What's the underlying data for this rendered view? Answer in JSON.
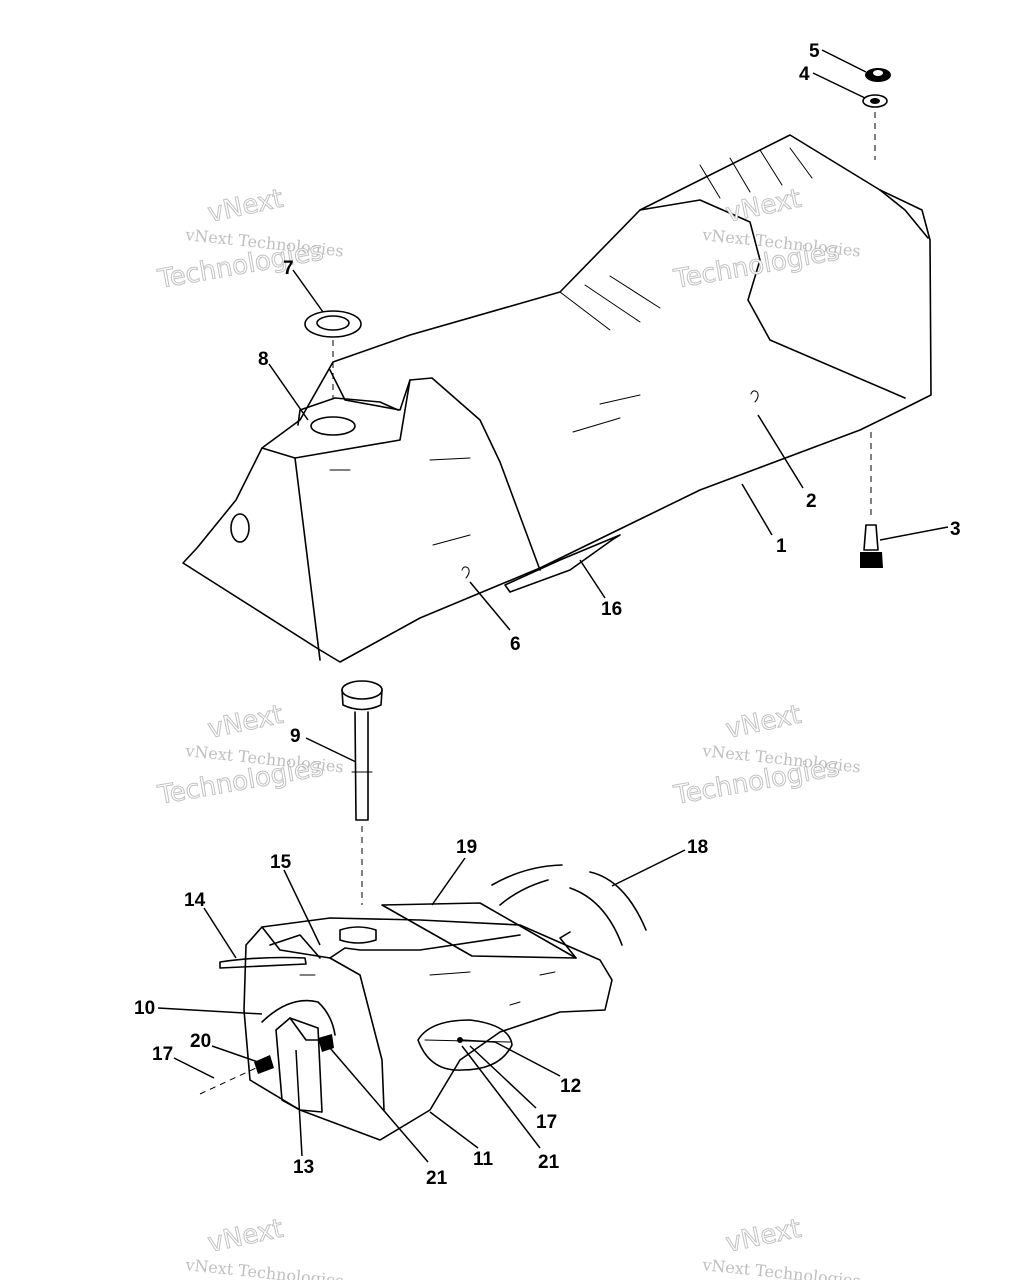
{
  "callouts": [
    {
      "label": "1"
    },
    {
      "label": "2"
    },
    {
      "label": "3"
    },
    {
      "label": "4"
    },
    {
      "label": "5"
    },
    {
      "label": "6"
    },
    {
      "label": "7"
    },
    {
      "label": "8"
    },
    {
      "label": "9"
    },
    {
      "label": "10"
    },
    {
      "label": "11"
    },
    {
      "label": "12"
    },
    {
      "label": "13"
    },
    {
      "label": "14"
    },
    {
      "label": "15"
    },
    {
      "label": "16"
    },
    {
      "label": "17"
    },
    {
      "label": "17"
    },
    {
      "label": "18"
    },
    {
      "label": "19"
    },
    {
      "label": "20"
    },
    {
      "label": "21"
    },
    {
      "label": "21"
    }
  ],
  "watermark": {
    "line_top": "vNext",
    "line_mid": "vNext Technologies",
    "line_big": "Technologies"
  }
}
